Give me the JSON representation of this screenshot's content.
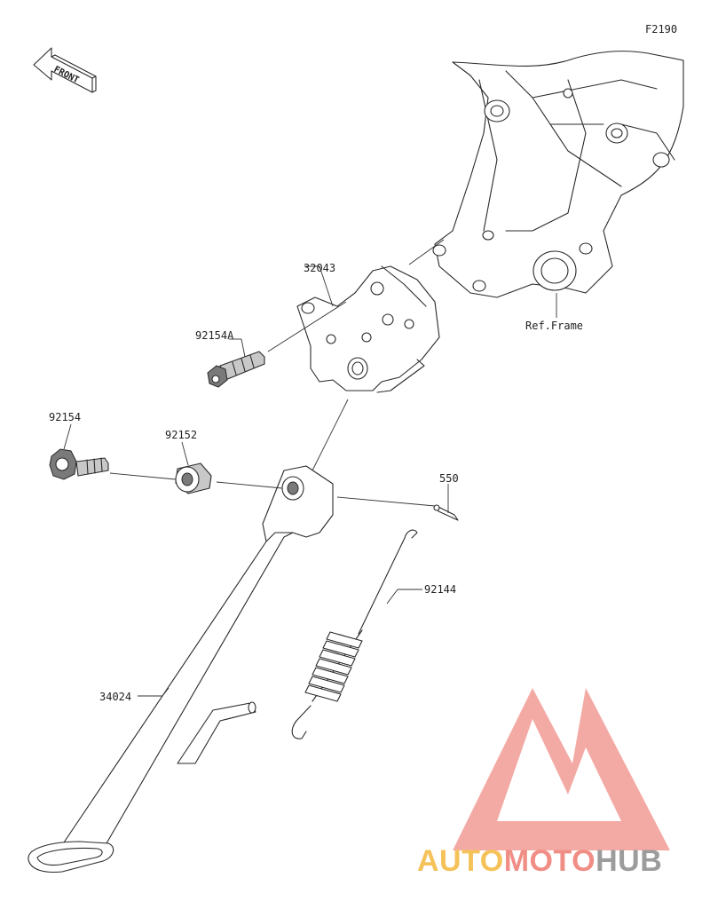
{
  "diagram": {
    "code": "F2190",
    "front_label": "FRONT",
    "ref_label": "Ref.Frame",
    "parts": [
      {
        "number": "32043"
      },
      {
        "number": "92154A"
      },
      {
        "number": "92154"
      },
      {
        "number": "92152"
      },
      {
        "number": "550"
      },
      {
        "number": "92144"
      },
      {
        "number": "34024"
      }
    ]
  },
  "watermark": {
    "part1": "AUTO",
    "part2": "MOTO",
    "part3": "HUB",
    "colors": {
      "auto": "#f5c25a",
      "moto": "#f08e86",
      "hub": "#9c9c9c",
      "logo": "#f08e86"
    }
  }
}
